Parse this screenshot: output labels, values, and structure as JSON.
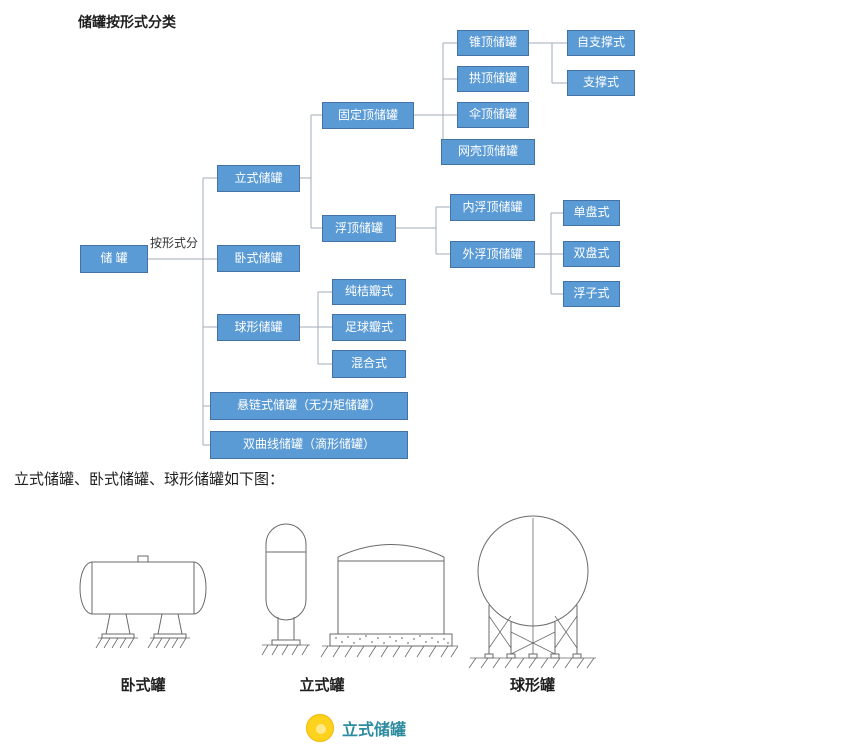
{
  "title": "储罐按形式分类",
  "caption": "立式储罐、卧式储罐、球形储罐如下图：",
  "tree": {
    "edge_label": "按形式分",
    "root": "储 罐",
    "level2": {
      "vertical": "立式储罐",
      "horizontal": "卧式储罐",
      "spherical": "球形储罐",
      "catenary": "悬链式储罐（无力矩储罐）",
      "hyperbolic": "双曲线储罐（滴形储罐）"
    },
    "vertical_children": {
      "fixed_roof": "固定顶储罐",
      "floating_roof": "浮顶储罐"
    },
    "fixed_roof_children": {
      "cone": "锥顶储罐",
      "dome": "拱顶储罐",
      "umbrella": "伞顶储罐",
      "reticulated": "网壳顶储罐"
    },
    "cone_children": {
      "self_supporting": "自支撑式",
      "supported": "支撑式"
    },
    "floating_children": {
      "internal": "内浮顶储罐",
      "external": "外浮顶储罐"
    },
    "external_children": {
      "single_deck": "单盘式",
      "double_deck": "双盘式",
      "pontoon": "浮子式"
    },
    "spherical_children": {
      "orange_petal": "纯桔瓣式",
      "soccer": "足球瓣式",
      "mixed": "混合式"
    }
  },
  "figures": {
    "horizontal_label": "卧式罐",
    "vertical_label": "立式罐",
    "spherical_label": "球形罐"
  },
  "footer": {
    "label": "立式储罐",
    "icon": "yellow-circle-icon"
  },
  "colors": {
    "node_fill": "#5b9bd5",
    "node_border": "#4472a4",
    "connector": "#a3aeb8",
    "footer_text": "#2e8ca0",
    "footer_icon": "#ffd21e"
  }
}
